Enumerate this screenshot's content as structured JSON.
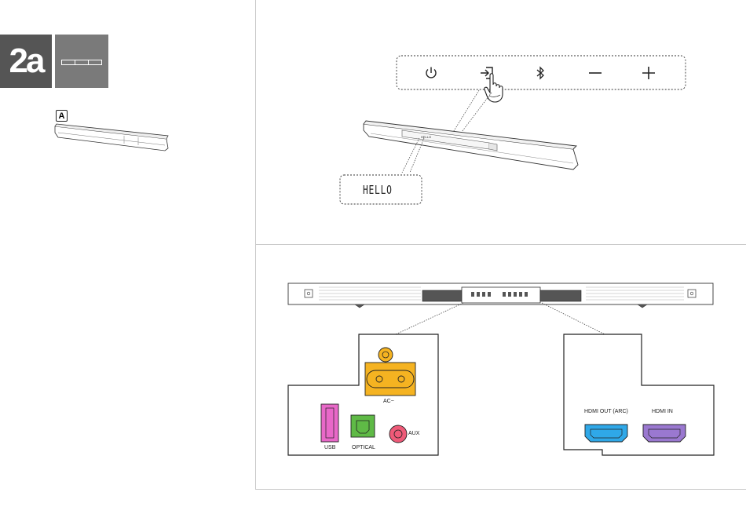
{
  "step": {
    "number": "2a"
  },
  "option_a": {
    "label": "A"
  },
  "control_panel": {
    "buttons": [
      {
        "name": "power",
        "glyph": "⏻"
      },
      {
        "name": "source",
        "glyph": "⇥"
      },
      {
        "name": "bluetooth",
        "glyph": "ᛒ"
      },
      {
        "name": "volume-down",
        "glyph": "—"
      },
      {
        "name": "volume-up",
        "glyph": "+"
      }
    ]
  },
  "display": {
    "text": "HELLO",
    "panel_text": "HELLO"
  },
  "rear_panel": {
    "ac_label": "AC~",
    "usb_label": "USB",
    "optical_label": "OPTICAL",
    "aux_label": "AUX",
    "hdmi_out_label": "HDMI OUT (ARC)",
    "hdmi_in_label": "HDMI IN"
  },
  "colors": {
    "badge": "#555555",
    "power_connector": "#f5b321",
    "usb": "#e868c8",
    "optical": "#5fba46",
    "aux": "#ee5a78",
    "hdmi_out": "#2fa8e8",
    "hdmi_in": "#9a78d0"
  }
}
